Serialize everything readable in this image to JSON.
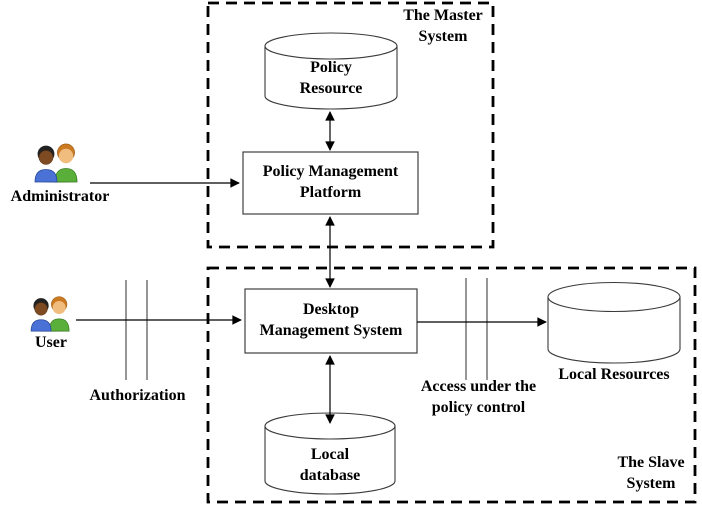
{
  "systems": {
    "master": {
      "label": "The Master\nSystem"
    },
    "slave": {
      "label": "The Slave\nSystem"
    }
  },
  "nodes": {
    "policy_resource": {
      "label": "Policy\nResource",
      "shape": "cylinder"
    },
    "policy_management_platform": {
      "label": "Policy Management\nPlatform",
      "shape": "rectangle"
    },
    "desktop_management_system": {
      "label": "Desktop\nManagement System",
      "shape": "rectangle"
    },
    "local_database": {
      "label": "Local\ndatabase",
      "shape": "cylinder"
    },
    "local_resources": {
      "label": "Local Resources",
      "shape": "cylinder"
    }
  },
  "actors": {
    "administrator": {
      "label": "Administrator",
      "icon": "users-icon"
    },
    "user": {
      "label": "User",
      "icon": "users-icon"
    }
  },
  "edge_labels": {
    "authorization": "Authorization",
    "access_policy": "Access under the\npolicy control"
  },
  "colors": {
    "line": "#000000",
    "background": "#ffffff",
    "node_border": "#404040",
    "icon_blue_shirt": "#4a72d6",
    "icon_green_shirt": "#5aaf3a",
    "icon_dark_skin": "#7d4a22",
    "icon_light_skin": "#f0bd7e",
    "icon_orange_hair": "#cc7a22",
    "icon_black_hair": "#222222"
  }
}
